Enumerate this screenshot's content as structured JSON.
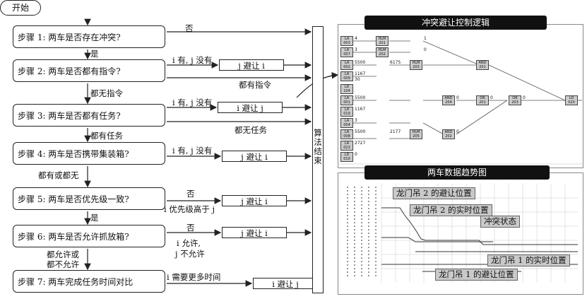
{
  "flow": {
    "start": "开始",
    "steps": [
      "步骤 1: 两车是否存在冲突?",
      "步骤 2: 两车是否都有指令?",
      "步骤 3: 两车是否都有任务?",
      "步骤 4: 两车是否携带集装箱?",
      "步骤 5: 两车是否优先级一致?",
      "步骤 6: 两车是否允许抓放箱?",
      "步骤 7: 两车完成任务时间对比"
    ],
    "down_labels": [
      "是",
      "都无指令",
      "都有任务",
      "都有或都无",
      "是",
      "都允许或",
      "都不允许"
    ],
    "right_labels": {
      "no": "否",
      "s2_cond": "i 有, j 没有",
      "s2_all": "都有指令",
      "s3_cond": "i 有, j 没有",
      "s3_all": "都无任务",
      "s4_cond": "i 有, j 没有",
      "s5_no": "否",
      "s5_cond": "i 优先级高于 j",
      "s6_no": "否",
      "s6_cond1": "i 允许,",
      "s6_cond2": "j 不允许",
      "s7_cond": "i 需要更多时间"
    },
    "yields": [
      "j 避让 i",
      "i 避让 j",
      "j 避让 i",
      "j 避让 i",
      "j 避让 i",
      "i 避让 j"
    ],
    "end_label": "算法结束"
  },
  "logic_panel": {
    "title": "冲突避让控制逻辑",
    "blocks": [
      "LA 003",
      "LA 007",
      "LA 002",
      "LA 009",
      "LD 104",
      "LA 001",
      "LA 019",
      "LA 004",
      "LA 008",
      "LA 023",
      "LD 010",
      "HLM 201",
      "HLM 202",
      "HLM 203",
      "AND 201",
      "AND 204",
      "OR 201",
      "OR 203",
      "LD 020",
      "HLM 205",
      "AND 202"
    ],
    "values": [
      "4",
      "3",
      "5500",
      "1167",
      "30",
      "5500",
      "1167",
      "3",
      "5500",
      "2727",
      "0",
      "6175",
      "2177",
      "1",
      "0",
      "0",
      "0",
      "0",
      "0"
    ]
  },
  "trend_panel": {
    "title": "两车数据趋势图",
    "annotations": [
      "龙门吊 2 的避让位置",
      "龙门吊 2 的实时位置",
      "冲突状态",
      "龙门吊 1 的实时位置",
      "龙门吊 1 的避让位置"
    ]
  }
}
